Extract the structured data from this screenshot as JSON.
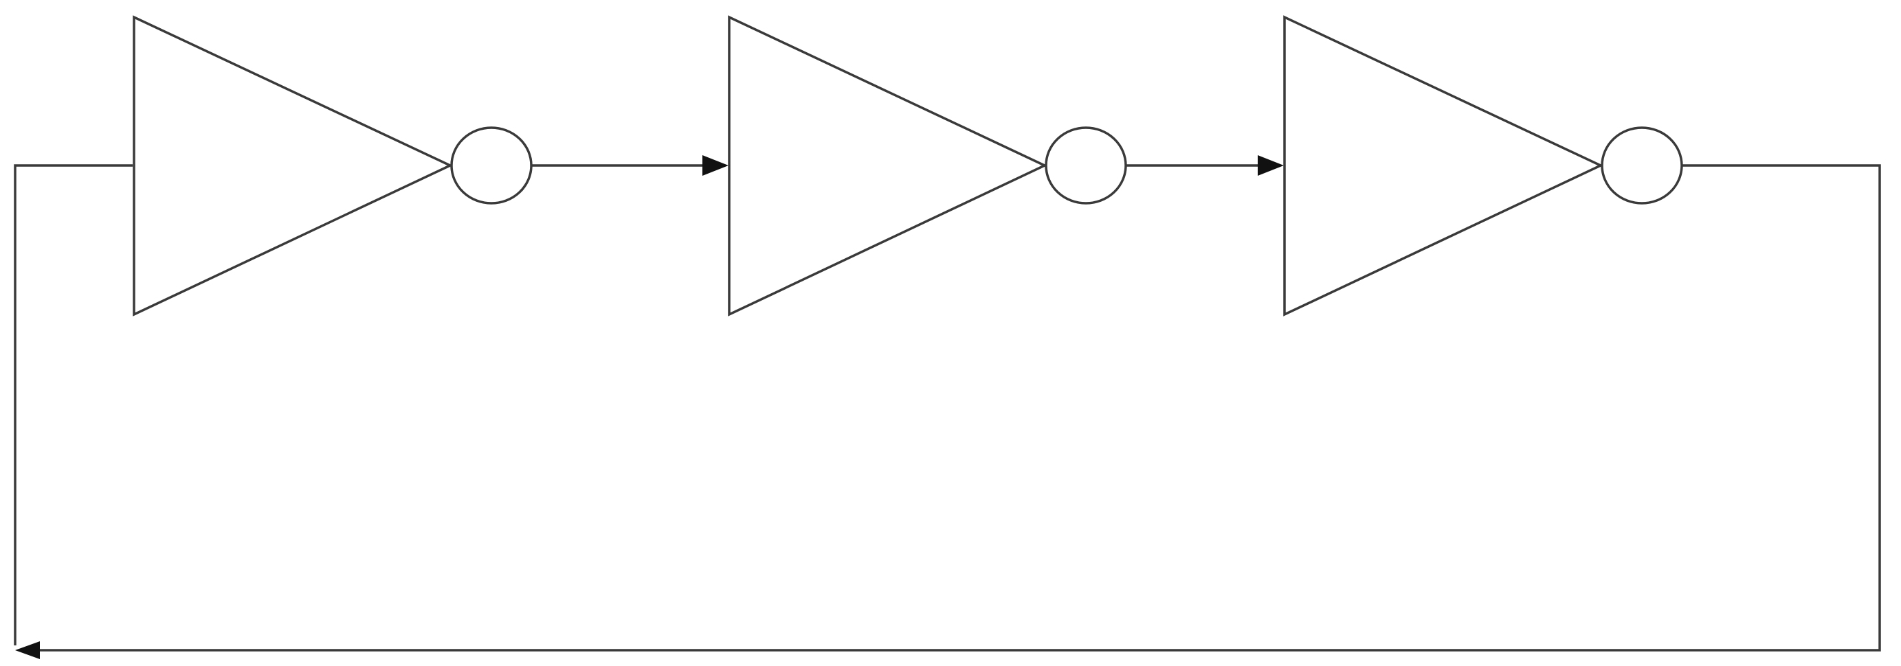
{
  "diagram": {
    "type": "ring-oscillator",
    "gates": [
      {
        "id": "inverter-1",
        "kind": "NOT"
      },
      {
        "id": "inverter-2",
        "kind": "NOT"
      },
      {
        "id": "inverter-3",
        "kind": "NOT"
      }
    ],
    "connections": [
      {
        "from": "inverter-1",
        "to": "inverter-2",
        "arrow": true
      },
      {
        "from": "inverter-2",
        "to": "inverter-3",
        "arrow": true
      },
      {
        "from": "inverter-3",
        "to": "inverter-1",
        "arrow": true,
        "route": "feedback-loop"
      }
    ],
    "colors": {
      "stroke": "#3a3a3a",
      "arrow": "#111111",
      "background": "#ffffff"
    }
  }
}
